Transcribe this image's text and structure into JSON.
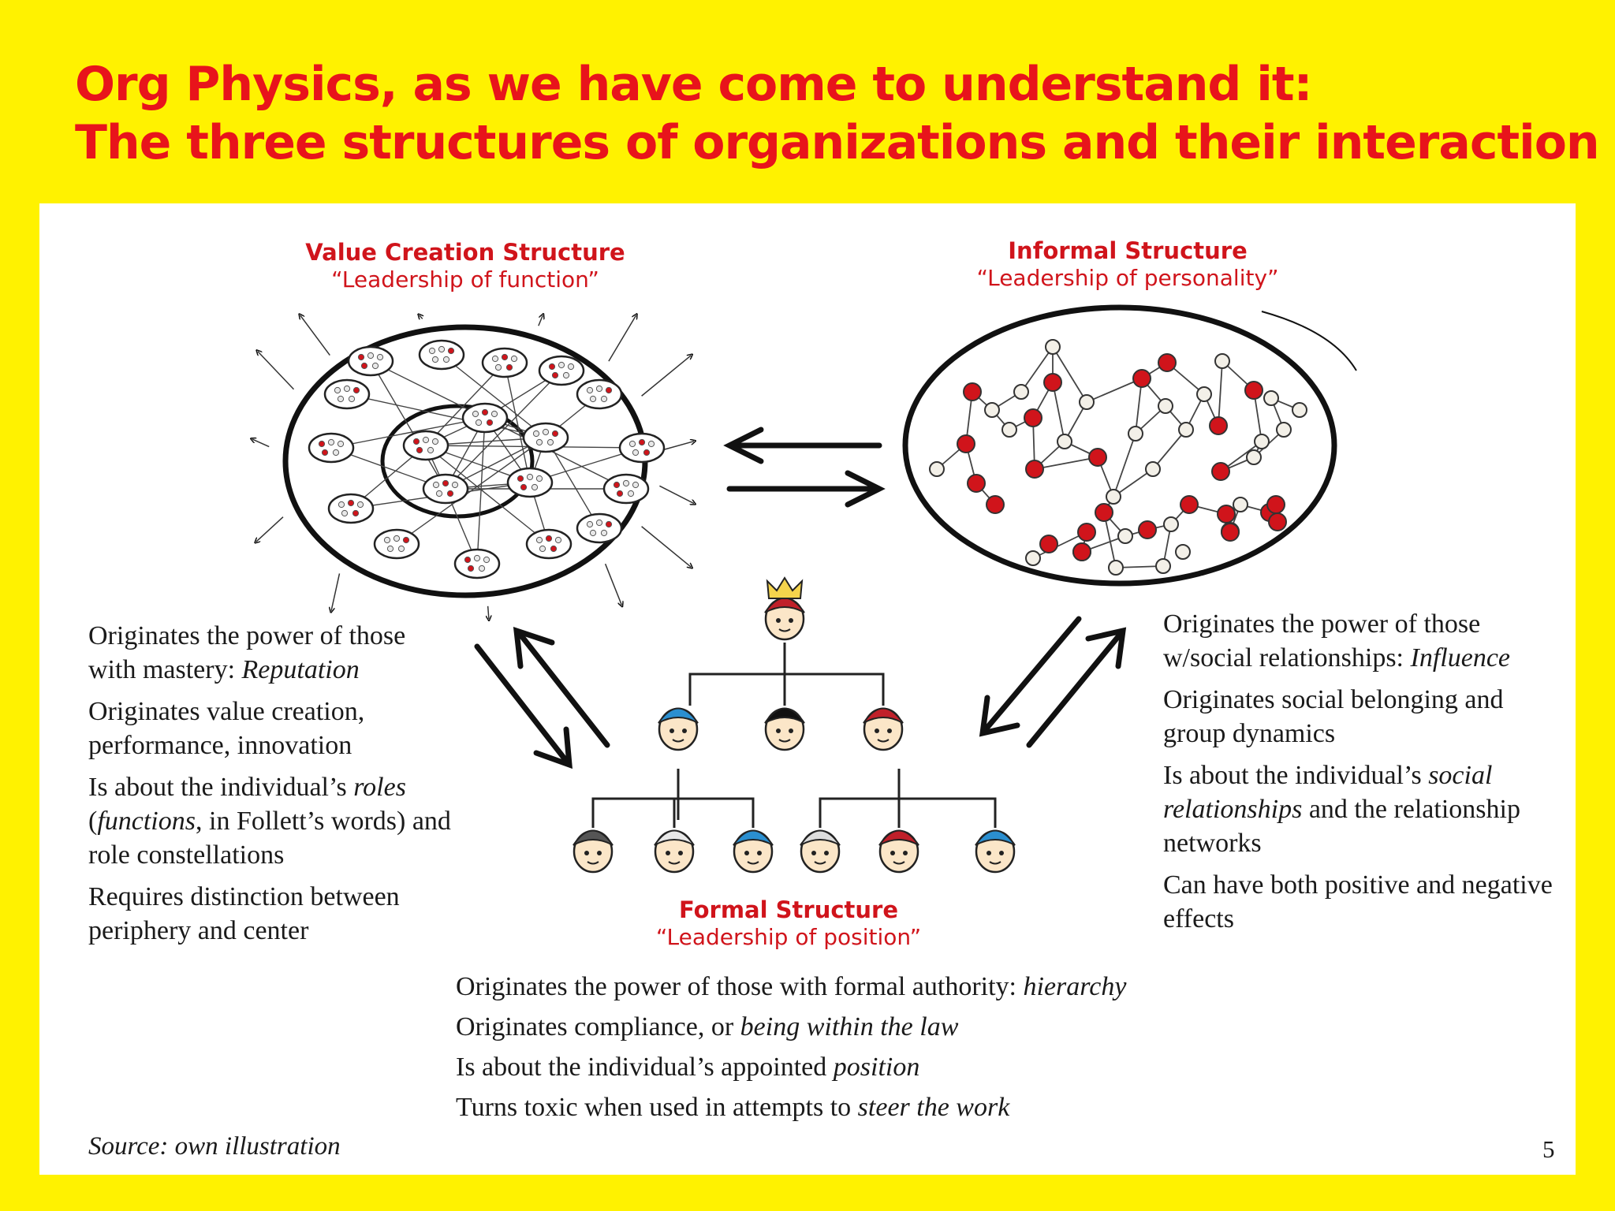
{
  "title": {
    "line1": "Org Physics, as we have come to understand it:",
    "line2": "The three structures of organizations and their interaction"
  },
  "value_creation": {
    "name": "Value Creation Structure",
    "subtitle": "“Leadership of function”",
    "points": [
      {
        "pre": "Originates the power of those with mastery: ",
        "em": "Reputation",
        "post": ""
      },
      {
        "pre": "Originates value creation, performance, innovation",
        "em": "",
        "post": ""
      },
      {
        "pre": "Is about the individual’s ",
        "em": "roles",
        "post": " (",
        "em2": "functions",
        "post2": ", in Follett’s words) and role constellations"
      },
      {
        "pre": "Requires distinction between periphery and center",
        "em": "",
        "post": ""
      }
    ]
  },
  "informal": {
    "name": "Informal Structure",
    "subtitle": "“Leadership of personality”",
    "points": [
      {
        "pre": "Originates the power of those w/social relationships: ",
        "em": "Influence",
        "post": ""
      },
      {
        "pre": "Originates social belonging and group dynamics",
        "em": "",
        "post": ""
      },
      {
        "pre": "Is about the individual’s ",
        "em": "social relationships",
        "post": " and the relationship networks"
      },
      {
        "pre": "Can have both positive and negative effects",
        "em": "",
        "post": ""
      }
    ]
  },
  "formal": {
    "name": "Formal Structure",
    "subtitle": "“Leadership of position”",
    "points": [
      {
        "pre": "Originates the power of those with formal authority: ",
        "em": "hierarchy",
        "post": ""
      },
      {
        "pre": "Originates compliance, or ",
        "em": "being within the law",
        "post": ""
      },
      {
        "pre": "Is about the individual’s appointed ",
        "em": "position",
        "post": ""
      },
      {
        "pre": "Turns toxic when used in attempts to ",
        "em": "steer the work",
        "post": ""
      }
    ]
  },
  "source": "Source: own illustration",
  "page_number": "5",
  "colors": {
    "background": "#fff200",
    "accent": "#e8141b",
    "node_red": "#d0141b"
  }
}
